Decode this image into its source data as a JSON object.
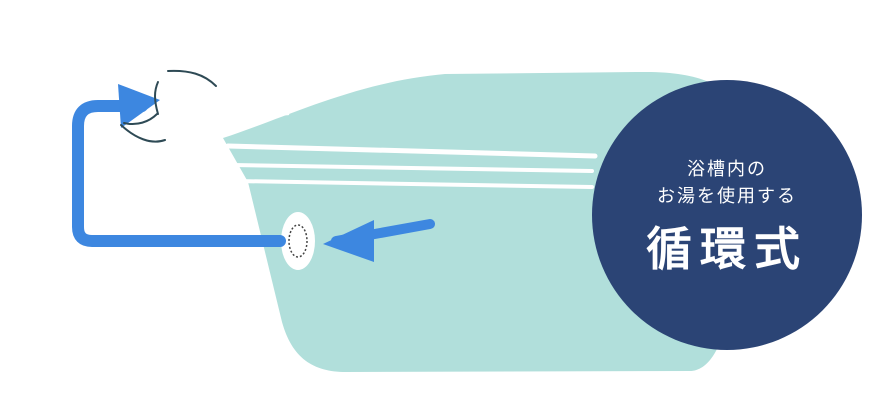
{
  "badge": {
    "line1": "浴槽内の",
    "line2": "お湯を使用する",
    "title": "循環式"
  },
  "colors": {
    "water": "#b1dfdb",
    "arrow": "#3d87e0",
    "badge": "#2b4475",
    "outline": "#ffffff",
    "showerhead": "#2e4a55"
  },
  "icons": {
    "bathtub": "bathtub",
    "intake_port": "circulation-port",
    "showerhead": "shower-head",
    "flow_arrow": "arrow"
  }
}
